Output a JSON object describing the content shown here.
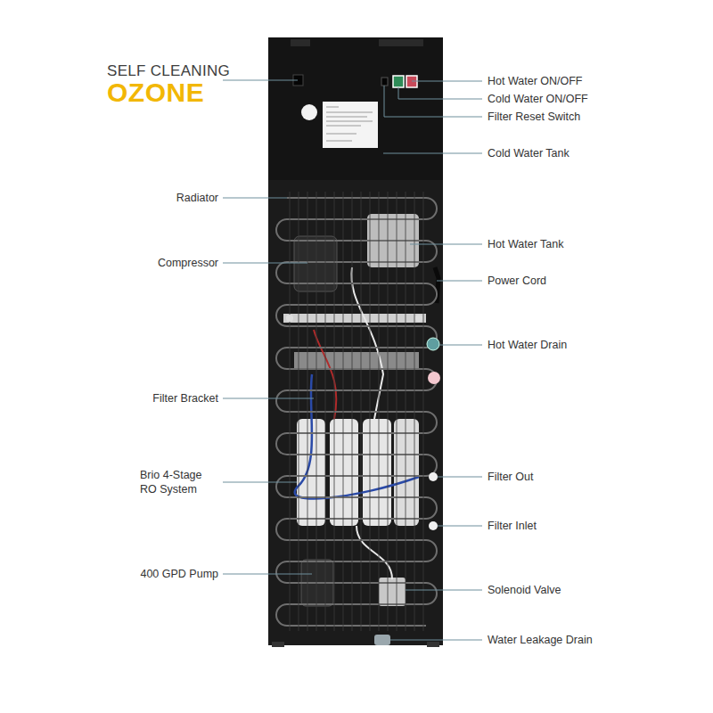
{
  "diagram": {
    "labels": [
      "SELF CLEANING",
      "OZONE",
      "Hot Water ON/OFF",
      "Cold Water ON/OFF",
      "Filter Reset Switch",
      "Cold Water Tank",
      "Radiator",
      "Hot Water Tank",
      "Compressor",
      "Power Cord",
      "Hot Water Drain",
      "Filter Bracket",
      "Brio 4-Stage RO System",
      "Filter Out",
      "Filter Inlet",
      "400 GPD Pump",
      "Solenoid Valve",
      "Water Leakage Drain"
    ]
  }
}
